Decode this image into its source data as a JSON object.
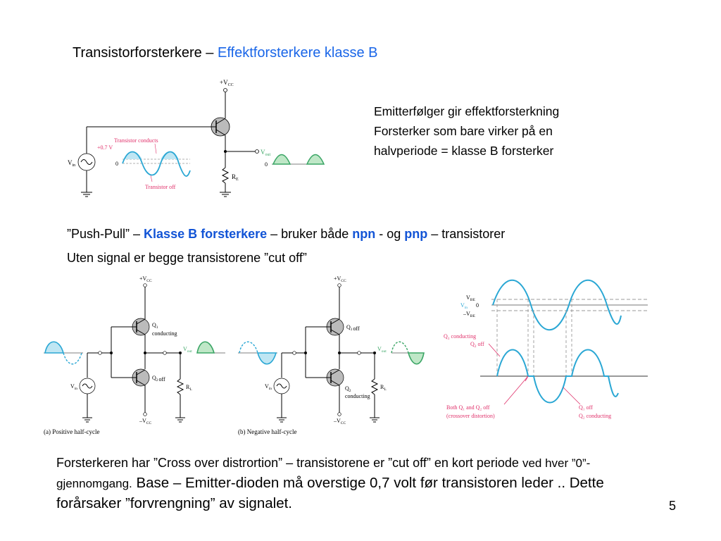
{
  "slide": {
    "title_black": "Transistorforsterkere – ",
    "title_blue": "Effektforsterkere klasse B",
    "description": [
      "Emitterfølger gir effektforsterkning",
      "Forsterker som bare virker på en",
      "halvperiode = klasse B forsterker"
    ],
    "pushpull": {
      "p1": "”Push-Pull” – ",
      "p2": "Klasse B forsterkere",
      "p3": " – bruker både ",
      "p4": "npn",
      "p5": " - og ",
      "p6": "pnp",
      "p7": " – transistorer"
    },
    "cutoff_line": "Uten signal er begge transistorene ”cut off”",
    "bottom": {
      "t1": "Forsterkeren har ”Cross over distrortion” – transistorene er ”cut off” en kort periode ",
      "t2": "ved hver ”0”- gjennomgang.",
      "t3": " Base – Emitter-dioden må overstige 0,7 volt før transistoren leder .. Dette forårsaker ”forvrengning” av signalet."
    },
    "page_number": "5"
  },
  "fig_top": {
    "vcc": "+V",
    "vcc_sub": "CC",
    "transistor_conducts": "Transistor conducts",
    "plus07": "+0.7 V",
    "zero": "0",
    "vin": "V",
    "vin_sub": "in",
    "transistor_off": "Transistor off",
    "vout": "V",
    "vout_sub": "out",
    "zero_out": "0",
    "re": "R",
    "re_sub": "E"
  },
  "fig_a": {
    "vcc_top": "+V",
    "vcc_sub": "CC",
    "q1_label": "Q",
    "q1_sub": "1",
    "q1_state": "conducting",
    "q2_label": "Q",
    "q2_sub": "2",
    "q2_state": "off",
    "vout": "V",
    "vout_sub": "out",
    "vin": "V",
    "vin_sub": "in",
    "rl": "R",
    "rl_sub": "L",
    "vcc_bot": "–V",
    "vcc_bot_sub": "CC",
    "caption": "(a) Positive half-cycle"
  },
  "fig_b": {
    "vcc_top": "+V",
    "vcc_sub": "CC",
    "q1_label": "Q",
    "q1_sub": "1",
    "q1_state": "off",
    "q2_label": "Q",
    "q2_sub": "2",
    "q2_state": "conducting",
    "vout": "V",
    "vout_sub": "out",
    "vin": "V",
    "vin_sub": "in",
    "rl": "R",
    "rl_sub": "L",
    "vcc_bot": "–V",
    "vcc_bot_sub": "CC",
    "caption": "(b) Negative half-cycle"
  },
  "fig_wave": {
    "vbe": "V",
    "vbe_sub": "BE",
    "vin": "V",
    "vin_sub": "in",
    "zero": "0",
    "neg_vbe": "–V",
    "neg_vbe_sub": "BE",
    "q1c": "Q",
    "q1c_sub": "1",
    "q1c_text": " conducting",
    "q2o": "Q",
    "q2o_sub": "2",
    "q2o_text": " off",
    "both_line1": "Both Q₁ and Q₂ off",
    "both_line2": "(crossover distortion)",
    "q1off": "Q₁ off",
    "q2cond": "Q₂ conducting"
  },
  "colors": {
    "blue_title": "#1a66e8",
    "wave_blue": "#2aa7d4",
    "wave_fill_blue": "#bfe6f3",
    "wave_green": "#3aa565",
    "wave_fill_green": "#bfe7c7",
    "dashed_gray": "#999999",
    "transistor_gray": "#bbbbbb",
    "arrow_red": "#e0306a"
  }
}
